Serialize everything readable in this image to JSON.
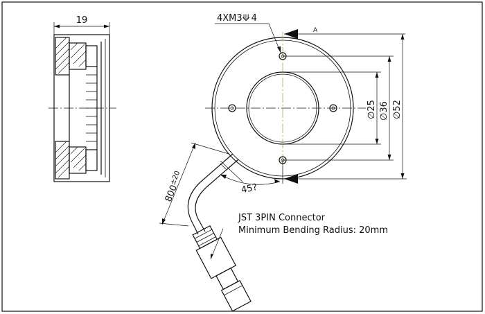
{
  "side_view": {
    "width_dim": "19"
  },
  "front_view": {
    "thread_callout": "4XM3",
    "depth_symbol": "⟱",
    "depth_value": "4",
    "datum": "A",
    "dia_inner": "∅25",
    "dia_mid": "∅36",
    "dia_outer": "∅52",
    "angle": "45?"
  },
  "cable": {
    "length_dim": "800",
    "tolerance": "±20"
  },
  "notes": {
    "connector": "JST 3PIN Connector",
    "bend_radius": "Minimum Bending Radius: 20mm"
  }
}
